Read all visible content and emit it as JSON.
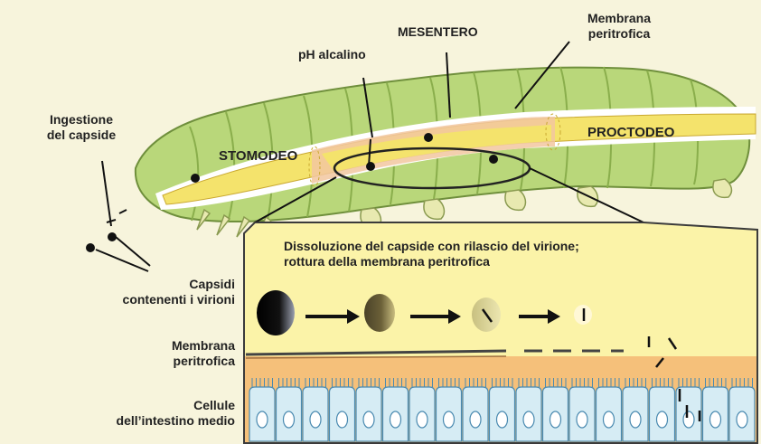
{
  "labels": {
    "ingestione": [
      "Ingestione",
      "del capside"
    ],
    "ph": "pH alcalino",
    "mesentero": "MESENTERO",
    "membrana_top": [
      "Membrana",
      "peritrofica"
    ],
    "stomodeo": "STOMODEO",
    "proctodeo": "PROCTODEO",
    "dissoluzione": [
      "Dissoluzione del capside con rilascio del virione;",
      "rottura della membrana peritrofica"
    ],
    "capsidi": [
      "Capsidi",
      "contenenti i virioni"
    ],
    "membrana_left": [
      "Membrana",
      "peritrofica"
    ],
    "cellule": [
      "Cellule",
      "dell’intestino medio"
    ]
  },
  "colors": {
    "background": "#f7f4dc",
    "body_green": "#b9d77a",
    "body_outline": "#6f8f3c",
    "gut_yellow": "#f4e36c",
    "midgut_pink": "#f2c7a0",
    "inset_yellow": "#fbf3a8",
    "tissue_orange": "#f5c07a",
    "cell_blue": "#d6ecf4"
  }
}
